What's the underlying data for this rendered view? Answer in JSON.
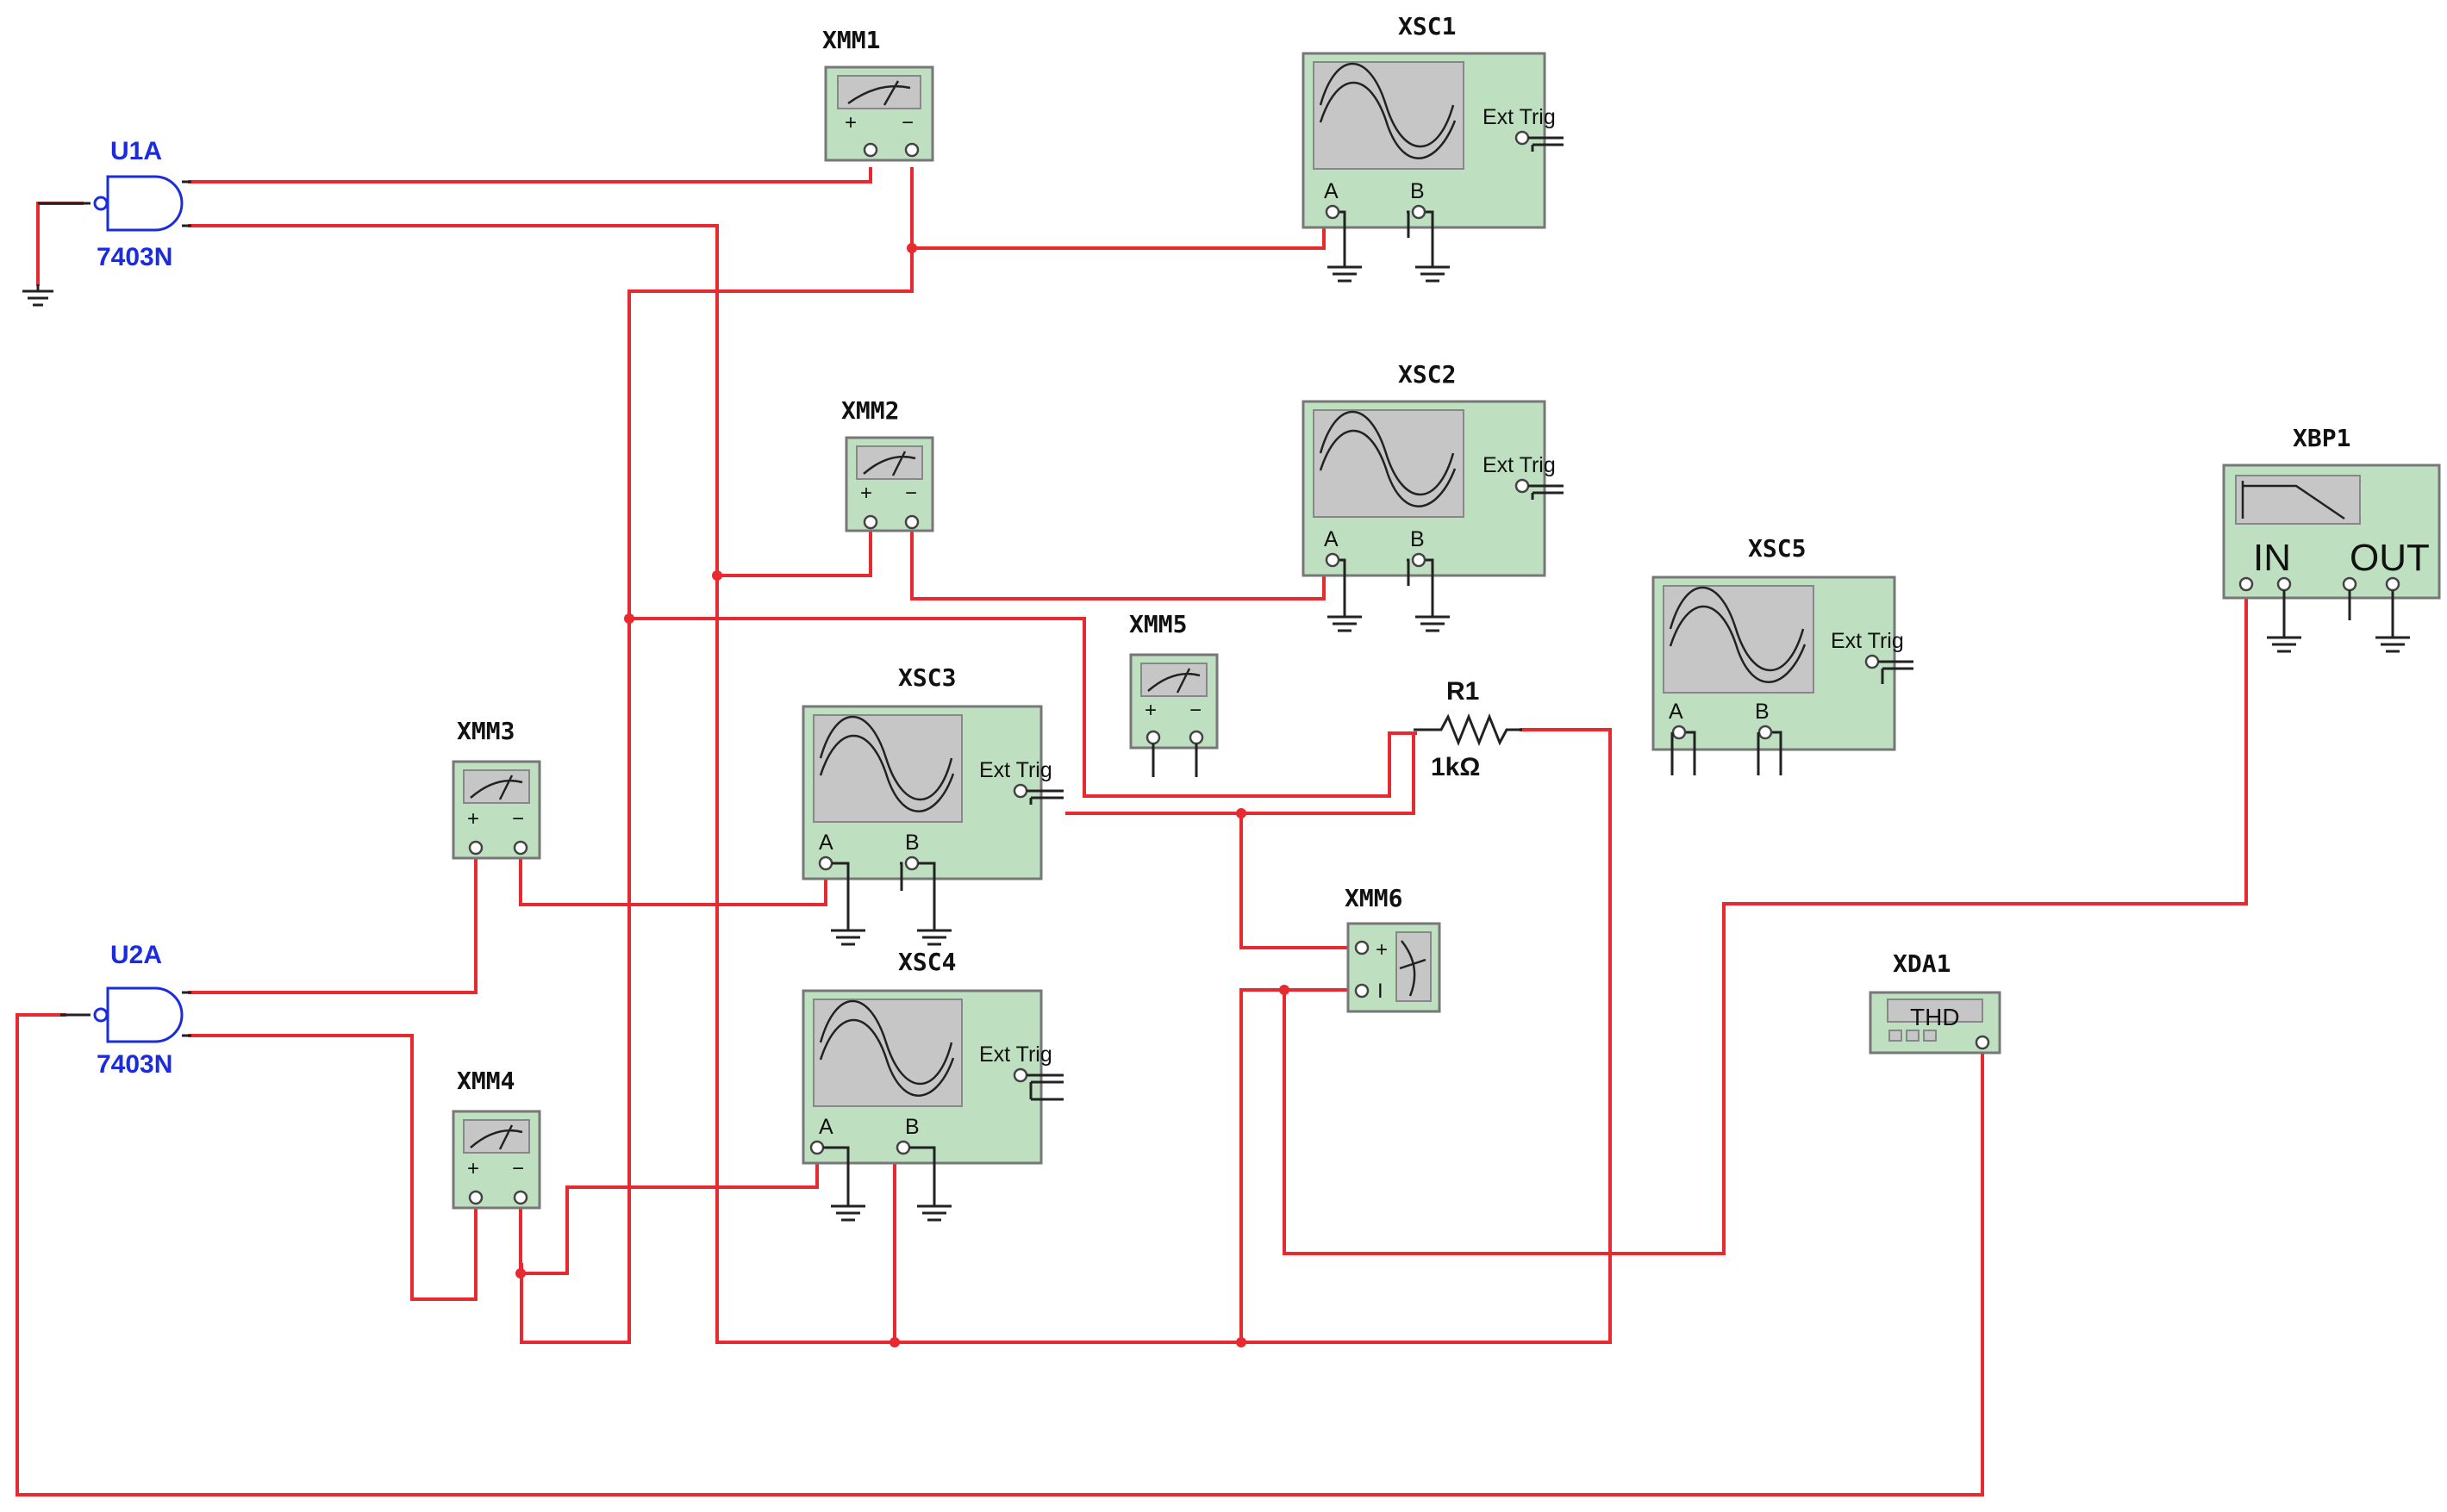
{
  "components": {
    "gates": [
      {
        "ref": "U1A",
        "part": "7403N"
      },
      {
        "ref": "U2A",
        "part": "7403N"
      }
    ],
    "multimeters": [
      {
        "ref": "XMM1",
        "plus": "+",
        "minus": "−"
      },
      {
        "ref": "XMM2",
        "plus": "+",
        "minus": "−"
      },
      {
        "ref": "XMM3",
        "plus": "+",
        "minus": "−"
      },
      {
        "ref": "XMM4",
        "plus": "+",
        "minus": "−"
      },
      {
        "ref": "XMM5",
        "plus": "+",
        "minus": "−"
      },
      {
        "ref": "XMM6",
        "plus": "+",
        "minus": "I"
      }
    ],
    "oscilloscopes": [
      {
        "ref": "XSC1",
        "ext_trig": "Ext Trig",
        "ch_a": "A",
        "ch_b": "B"
      },
      {
        "ref": "XSC2",
        "ext_trig": "Ext Trig",
        "ch_a": "A",
        "ch_b": "B"
      },
      {
        "ref": "XSC3",
        "ext_trig": "Ext Trig",
        "ch_a": "A",
        "ch_b": "B"
      },
      {
        "ref": "XSC4",
        "ext_trig": "Ext Trig",
        "ch_a": "A",
        "ch_b": "B"
      },
      {
        "ref": "XSC5",
        "ext_trig": "Ext Trig",
        "ch_a": "A",
        "ch_b": "B"
      }
    ],
    "bode_plotter": {
      "ref": "XBP1",
      "in_label": "IN",
      "out_label": "OUT"
    },
    "distortion_analyzer": {
      "ref": "XDA1",
      "display": "THD"
    },
    "resistor": {
      "ref": "R1",
      "value": "1kΩ"
    }
  },
  "colors": {
    "wire": "#e8292f",
    "instrument_body": "#bfe0c0",
    "screen": "#c6c6c6",
    "gate_label": "#1a2be0"
  },
  "icons": {
    "ground": "ground-symbol-icon",
    "multimeter": "multimeter-needle-icon",
    "oscilloscope": "sine-wave-icon",
    "bode": "lowpass-response-icon"
  }
}
